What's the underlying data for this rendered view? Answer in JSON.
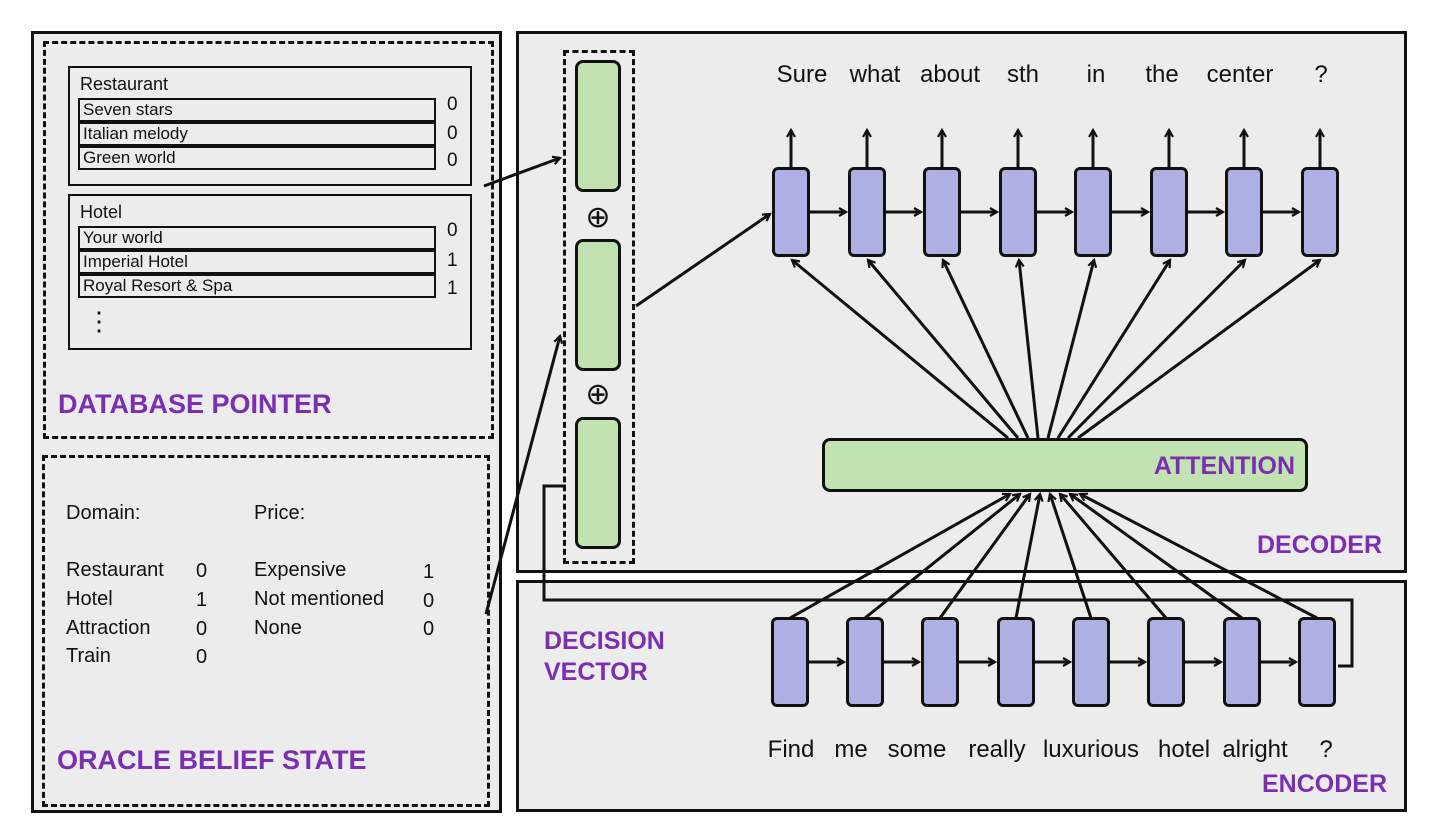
{
  "database_pointer": {
    "title": "DATABASE POINTER",
    "tables": [
      {
        "name": "Restaurant",
        "rows": [
          {
            "label": "Seven stars",
            "value": "0"
          },
          {
            "label": "Italian melody",
            "value": "0"
          },
          {
            "label": "Green world",
            "value": "0"
          }
        ]
      },
      {
        "name": "Hotel",
        "rows": [
          {
            "label": "Your world",
            "value": "0"
          },
          {
            "label": "Imperial Hotel",
            "value": "1"
          },
          {
            "label": "Royal Resort & Spa",
            "value": "1"
          }
        ],
        "more": "⋮"
      }
    ]
  },
  "belief_state": {
    "title": "ORACLE BELIEF STATE",
    "domain_header": "Domain:",
    "price_header": "Price:",
    "domains": [
      {
        "label": "Restaurant",
        "value": "0"
      },
      {
        "label": "Hotel",
        "value": "1"
      },
      {
        "label": "Attraction",
        "value": "0"
      },
      {
        "label": "Train",
        "value": "0"
      }
    ],
    "prices": [
      {
        "label": "Expensive",
        "value": "1"
      },
      {
        "label": "Not mentioned",
        "value": "0"
      },
      {
        "label": "None",
        "value": "0"
      }
    ]
  },
  "decision_vector": {
    "label_line1": "DECISION",
    "label_line2": "VECTOR",
    "operator": "⊕"
  },
  "decoder": {
    "label": "DECODER",
    "attention_label": "ATTENTION",
    "output_words": [
      "Sure",
      "what",
      "about",
      "sth",
      "in",
      "the",
      "center",
      "?"
    ]
  },
  "encoder": {
    "label": "ENCODER",
    "input_words": [
      "Find",
      "me",
      "some",
      "really",
      "luxurious",
      "hotel",
      "alright",
      "?"
    ]
  },
  "colors": {
    "rnn_cell": "#aeb0e3",
    "green_block": "#c1e3b1",
    "label_purple": "#7b2fb0",
    "panel_bg": "#ececec"
  }
}
